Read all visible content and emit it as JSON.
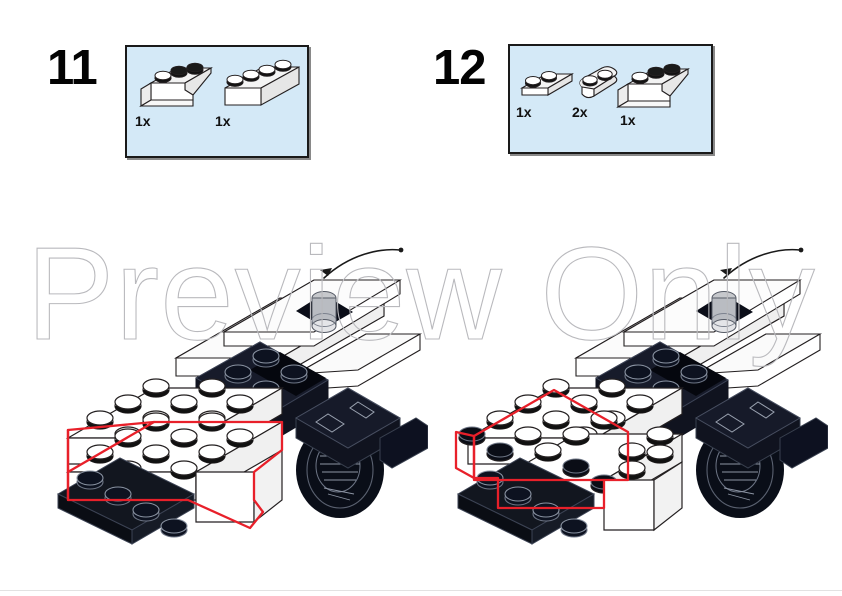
{
  "document": {
    "type": "lego-building-instructions",
    "watermark": "Preview Only",
    "page_background": "#ffffff"
  },
  "colors": {
    "callout_fill": "#d4e9f7",
    "callout_border": "#1a1a1a",
    "highlight_red": "#e8202a",
    "brick_white": "#ffffff",
    "brick_black": "#0d1220",
    "outline": "#231f20",
    "watermark_stroke": "#b9b9bd"
  },
  "steps": [
    {
      "id": "step-11",
      "number": "11",
      "parts": [
        {
          "name": "slope-brick-1x3-inverted-white",
          "quantity": "1x",
          "color": "white",
          "shape": "slope"
        },
        {
          "name": "brick-1x4-white",
          "quantity": "1x",
          "color": "white",
          "shape": "brick"
        }
      ]
    },
    {
      "id": "step-12",
      "number": "12",
      "parts": [
        {
          "name": "plate-1x2-white",
          "quantity": "1x",
          "color": "white",
          "shape": "plate"
        },
        {
          "name": "plate-1x2-rounded-white",
          "quantity": "2x",
          "color": "white",
          "shape": "plate-rounded"
        },
        {
          "name": "slope-brick-1x3-white",
          "quantity": "1x",
          "color": "white",
          "shape": "slope"
        }
      ]
    }
  ],
  "illustrations": [
    {
      "id": "build-left",
      "for_step": "11",
      "caption": "",
      "highlight": "new parts outlined in red on front-left of chassis"
    },
    {
      "id": "build-right",
      "for_step": "12",
      "caption": "",
      "highlight": "new parts outlined in red on front-left of chassis"
    }
  ]
}
